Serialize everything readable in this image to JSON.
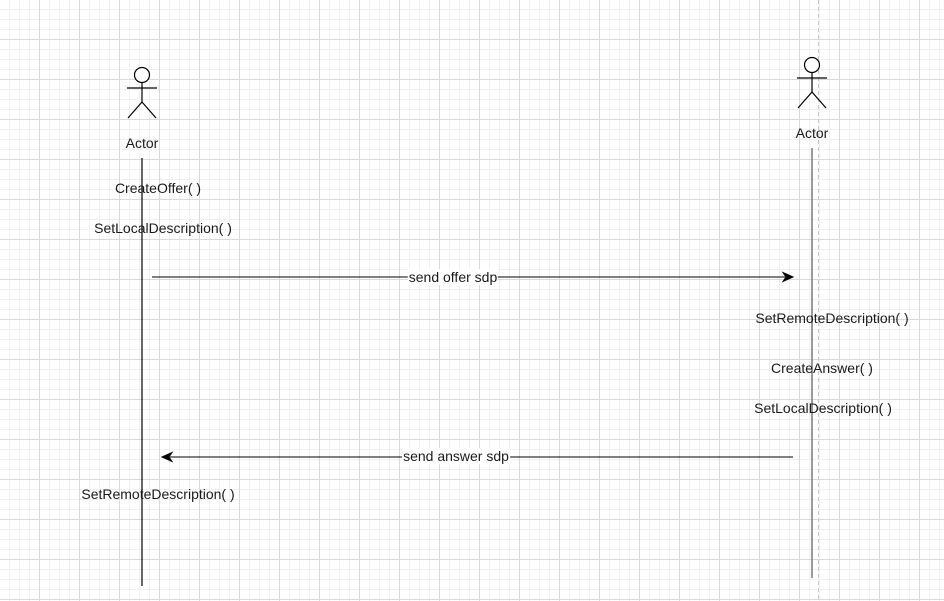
{
  "actors": [
    {
      "label": "Actor"
    },
    {
      "label": "Actor"
    }
  ],
  "left_steps": [
    {
      "label": "CreateOffer( )"
    },
    {
      "label": "SetLocalDescription( )"
    },
    {
      "label": "SetRemoteDescription(  )"
    }
  ],
  "right_steps": [
    {
      "label": "SetRemoteDescription(  )"
    },
    {
      "label": "CreateAnswer( )"
    },
    {
      "label": "SetLocalDescription( )"
    }
  ],
  "messages": [
    {
      "label": "send offer sdp",
      "from": "actor-1",
      "to": "actor-2"
    },
    {
      "label": "send answer sdp",
      "from": "actor-2",
      "to": "actor-1"
    }
  ],
  "colors": {
    "stroke": "#000000",
    "lifeline": "#808080",
    "grid_major": "#d9d9d9",
    "grid_minor": "#f0f0f0"
  }
}
